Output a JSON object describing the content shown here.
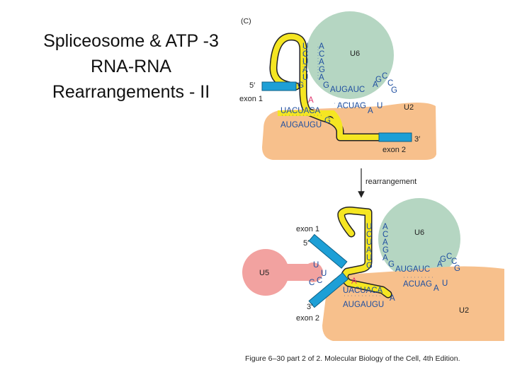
{
  "slide": {
    "title_lines": [
      "Spliceosome & ATP -3",
      "RNA-RNA",
      "Rearrangements - II"
    ]
  },
  "figure": {
    "panel_label": "(C)",
    "arrow_label": "rearrangement",
    "caption": "Figure 6–30 part 2 of 2. Molecular Biology of the Cell, 4th Edition.",
    "top": {
      "u6": "U6",
      "u2": "U2",
      "exon1": "exon 1",
      "exon2": "exon 2",
      "five_prime": "5′",
      "three_prime": "3′",
      "u6_column": [
        "U",
        "C",
        "U",
        "A",
        "U",
        "G"
      ],
      "u6_column_right": [
        "A",
        "C",
        "A",
        "G",
        "A"
      ],
      "u6_g": "G",
      "u6_right": "AUGAUC",
      "u6_loop": [
        "A",
        "G",
        "C",
        "C",
        "G"
      ],
      "u2_upper": "ACUAG",
      "u2_a": "A",
      "u2_u": "U",
      "intron_upper": "UACUACA",
      "branch_a": "A",
      "intron_lower": "AUGAUGU",
      "intron_g": "G"
    },
    "bottom": {
      "u6": "U6",
      "u5": "U5",
      "u2": "U2",
      "exon1": "exon 1",
      "exon2": "exon 2",
      "five_prime": "5′",
      "three_prime": "3′",
      "u6_column": [
        "U",
        "C",
        "U",
        "A",
        "U",
        "G"
      ],
      "u6_column_right": [
        "A",
        "C",
        "A",
        "G",
        "A"
      ],
      "u6_g": "G",
      "u6_right": "AUGAUC",
      "u6_loop": [
        "A",
        "G",
        "C",
        "C",
        "G"
      ],
      "u2_upper": "ACUAG",
      "u2_a": "A",
      "u2_u": "U",
      "u5_u1": "U",
      "u5_u2": "U",
      "u5_c1": "C",
      "u5_c2": "C",
      "branch_a": "A",
      "intron_upper": "UACUACA",
      "intron_lower": "AUGAUGU",
      "intron_a": "A"
    }
  },
  "colors": {
    "u6_green": "#b5d6c2",
    "u2_orange": "#f7c08c",
    "u5_pink": "#f2a2a0",
    "rna_yellow": "#f5e622",
    "exon_blue": "#1d9fd6",
    "nucleotide_blue": "#1f4fa0",
    "branch_red": "#e0306a"
  }
}
